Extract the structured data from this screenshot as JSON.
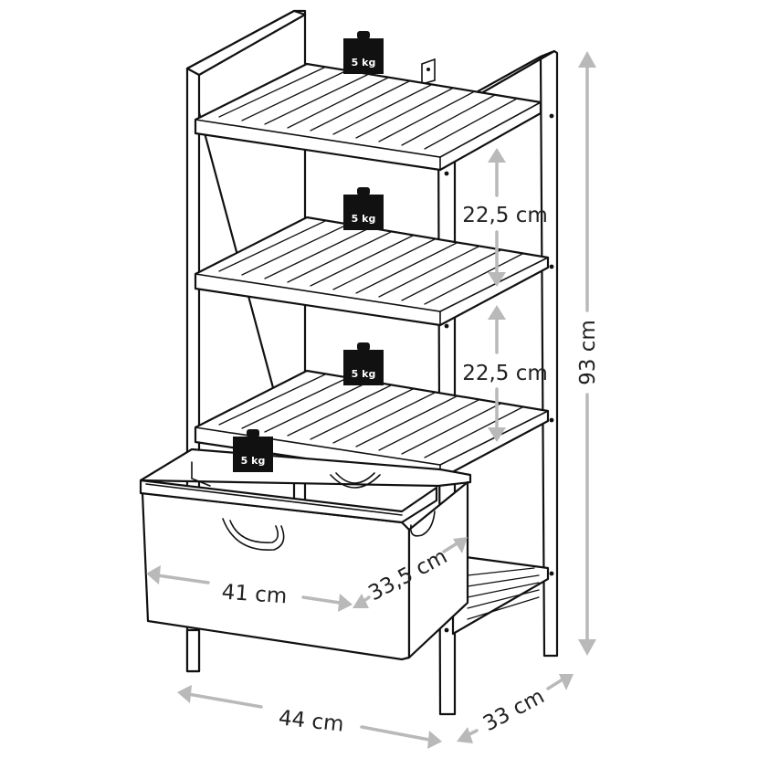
{
  "product": "four-tier-shelf-with-basket",
  "colors": {
    "line": "#111111",
    "dimension": "#b9b9b9",
    "weight": "#111111",
    "background": "#ffffff"
  },
  "weights": [
    {
      "label": "5 kg"
    },
    {
      "label": "5 kg"
    },
    {
      "label": "5 kg"
    },
    {
      "label": "5 kg"
    }
  ],
  "dimensions": {
    "shelf_gap_1": "22,5 cm",
    "shelf_gap_2": "22,5 cm",
    "height": "93 cm",
    "basket_width": "41 cm",
    "basket_depth": "33,5 cm",
    "width": "44 cm",
    "depth": "33 cm"
  }
}
